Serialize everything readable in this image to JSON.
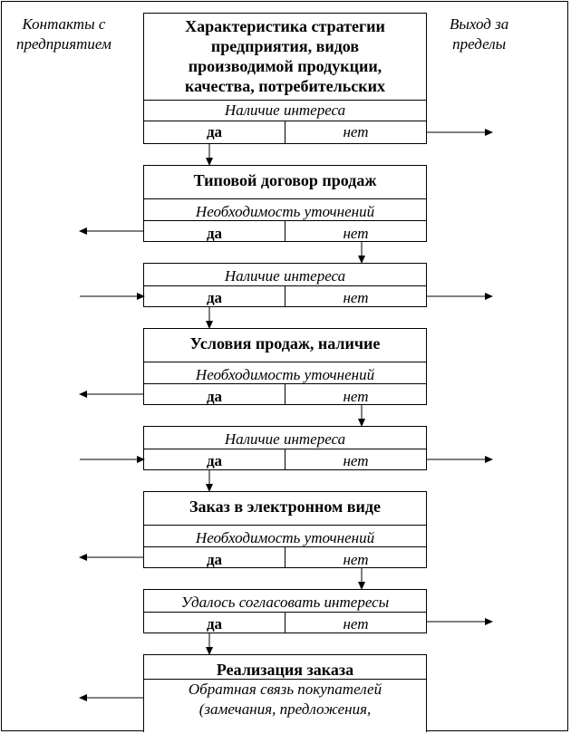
{
  "side_labels": {
    "left": [
      "Контакты с",
      "предприятием"
    ],
    "right": [
      "Выход за",
      "пределы"
    ]
  },
  "steps": [
    {
      "title_lines": [
        "Характеристика стратегии",
        "предприятия, видов",
        "производимой продукции,",
        "качества, потребительских"
      ],
      "question": "Наличие интереса",
      "yes": "да",
      "no": "нет"
    },
    {
      "title_lines": [
        "Типовой договор продаж"
      ],
      "question": "Необходимость уточнений",
      "yes": "да",
      "no": "нет"
    },
    {
      "title_lines": [],
      "question": "Наличие интереса",
      "yes": "да",
      "no": "нет"
    },
    {
      "title_lines": [
        "Условия продаж, наличие"
      ],
      "question": "Необходимость уточнений",
      "yes": "да",
      "no": "нет"
    },
    {
      "title_lines": [],
      "question": "Наличие интереса",
      "yes": "да",
      "no": "нет"
    },
    {
      "title_lines": [
        "Заказ в электронном виде"
      ],
      "question": "Необходимость уточнений",
      "yes": "да",
      "no": "нет"
    },
    {
      "title_lines": [],
      "question": "Удалось согласовать интересы",
      "yes": "да",
      "no": "нет"
    },
    {
      "title_lines": [
        "Реализация заказа"
      ],
      "feedback_lines": [
        "Обратная связь покупателей",
        "(замечания, предложения,"
      ]
    }
  ]
}
